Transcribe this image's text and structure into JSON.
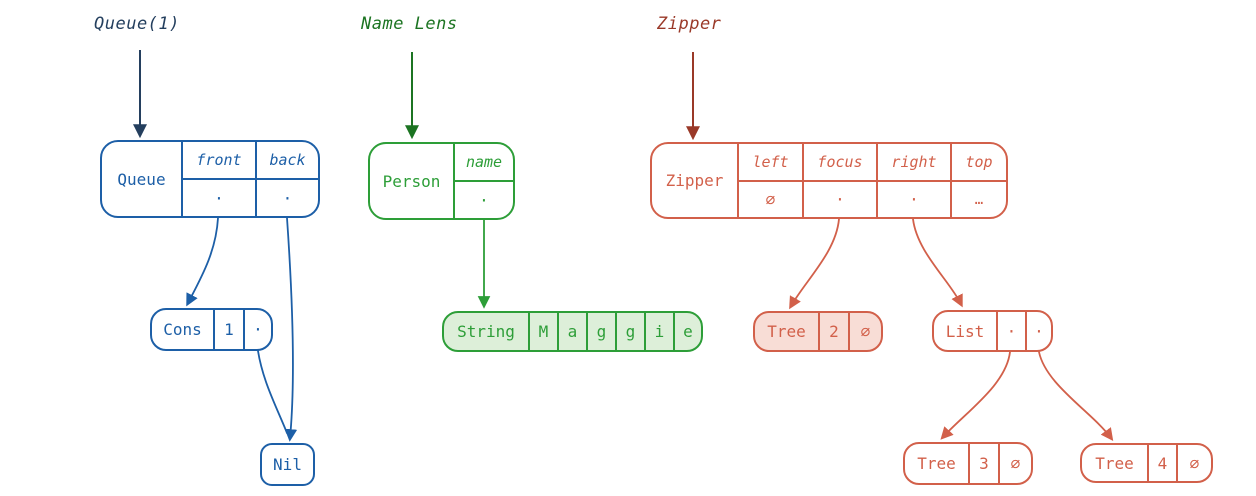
{
  "colors": {
    "queue_box": "#1d5fa7",
    "queue_label": "#243f5e",
    "lens_box": "#2d9e38",
    "lens_label": "#1c7422",
    "zipper_box": "#d2604a",
    "zipper_label": "#9a3928",
    "string_fill": "#ddefd9",
    "tree_fill": "#f8ddd6",
    "background": "#ffffff"
  },
  "queue_section": {
    "label": "Queue(1)",
    "record": {
      "tag": "Queue",
      "fields": [
        {
          "name": "front",
          "value": "·"
        },
        {
          "name": "back",
          "value": "·"
        }
      ]
    },
    "cons_box": {
      "tag": "Cons",
      "cells": [
        "1",
        "·"
      ]
    },
    "nil_box": {
      "tag": "Nil"
    }
  },
  "lens_section": {
    "label": "Name Lens",
    "record": {
      "tag": "Person",
      "fields": [
        {
          "name": "name",
          "value": "·"
        }
      ]
    },
    "string_box": {
      "tag": "String",
      "cells": [
        "M",
        "a",
        "g",
        "g",
        "i",
        "e"
      ]
    }
  },
  "zipper_section": {
    "label": "Zipper",
    "record": {
      "tag": "Zipper",
      "fields": [
        {
          "name": "left",
          "value": "∅"
        },
        {
          "name": "focus",
          "value": "·"
        },
        {
          "name": "right",
          "value": "·"
        },
        {
          "name": "top",
          "value": "…"
        }
      ]
    },
    "tree2_box": {
      "tag": "Tree",
      "cells": [
        "2",
        "∅"
      ]
    },
    "list_box": {
      "tag": "List",
      "cells": [
        "·",
        "·"
      ]
    },
    "tree3_box": {
      "tag": "Tree",
      "cells": [
        "3",
        "∅"
      ]
    },
    "tree4_box": {
      "tag": "Tree",
      "cells": [
        "4",
        "∅"
      ]
    }
  }
}
